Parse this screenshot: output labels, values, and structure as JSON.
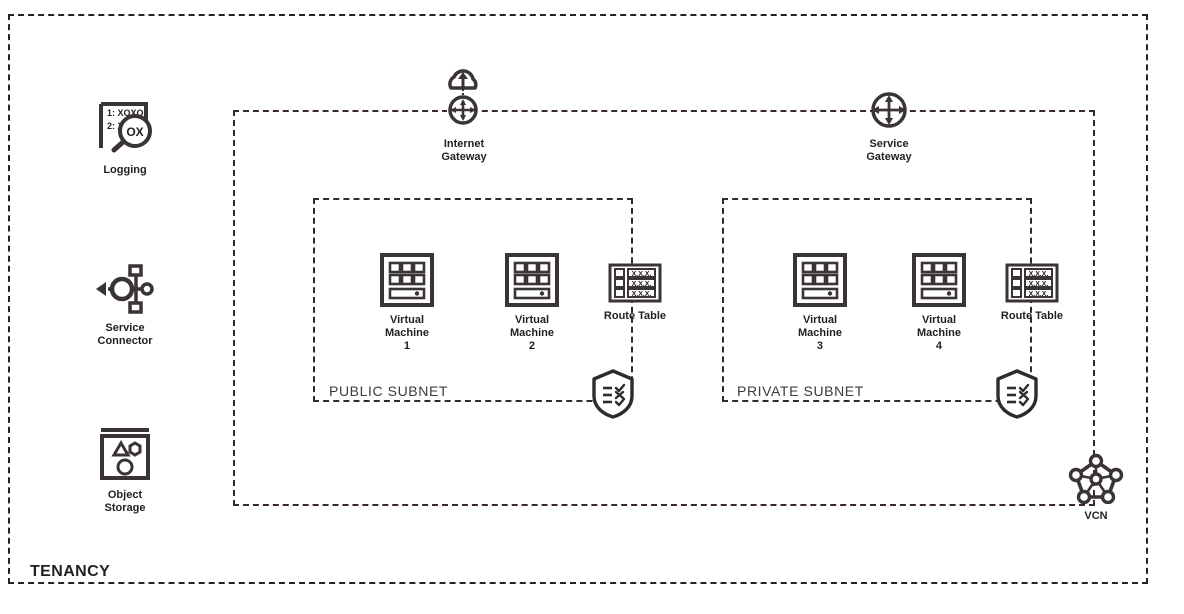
{
  "diagram": {
    "title": "TENANCY",
    "tenancy_label": "TENANCY",
    "vcn_label": "VCN",
    "subnets": [
      {
        "id": "public",
        "label": "PUBLIC SUBNET"
      },
      {
        "id": "private",
        "label": "PRIVATE SUBNET"
      }
    ],
    "services": [
      {
        "id": "logging",
        "label": "Logging",
        "icon": "logging-document-magnifier-icon"
      },
      {
        "id": "service-connector",
        "label": "Service\nConnector",
        "icon": "service-connector-hub-icon"
      },
      {
        "id": "object-storage",
        "label": "Object\nStorage",
        "icon": "object-storage-box-icon"
      }
    ],
    "gateways": [
      {
        "id": "internet-gateway",
        "label": "Internet\nGateway",
        "icon": "internet-gateway-cloud-router-icon"
      },
      {
        "id": "service-gateway",
        "label": "Service\nGateway",
        "icon": "service-gateway-router-icon"
      }
    ],
    "instances": [
      {
        "id": "vm1",
        "label": "Virtual\nMachine\n1",
        "icon": "virtual-machine-icon",
        "subnet": "public"
      },
      {
        "id": "vm2",
        "label": "Virtual\nMachine\n2",
        "icon": "virtual-machine-icon",
        "subnet": "public"
      },
      {
        "id": "vm3",
        "label": "Virtual\nMachine\n3",
        "icon": "virtual-machine-icon",
        "subnet": "private"
      },
      {
        "id": "vm4",
        "label": "Virtual\nMachine\n4",
        "icon": "virtual-machine-icon",
        "subnet": "private"
      }
    ],
    "route_tables": [
      {
        "id": "route-table-public",
        "label": "Route Table",
        "icon": "route-table-icon",
        "rows": [
          "X.X.X.",
          "X.X.X.",
          "X.X.X."
        ]
      },
      {
        "id": "route-table-private",
        "label": "Route Table",
        "icon": "route-table-icon",
        "rows": [
          "X.X.X.",
          "X.X.X.",
          "X.X.X."
        ]
      }
    ],
    "security_lists": [
      {
        "id": "security-list-public",
        "label": "",
        "icon": "security-list-shield-icon"
      },
      {
        "id": "security-list-private",
        "label": "",
        "icon": "security-list-shield-icon"
      }
    ],
    "vcn": {
      "id": "vcn",
      "label": "VCN",
      "icon": "vcn-network-pentagon-icon"
    },
    "colors": {
      "ink": "#231f20",
      "icon_stroke": "#3a3434",
      "tenancy_border": "#2b2220",
      "vcn_border": "#3a2b26",
      "subnet_border": "#2f2b2a",
      "subnet_label": "#3c3c3c",
      "background": "#ffffff"
    }
  }
}
